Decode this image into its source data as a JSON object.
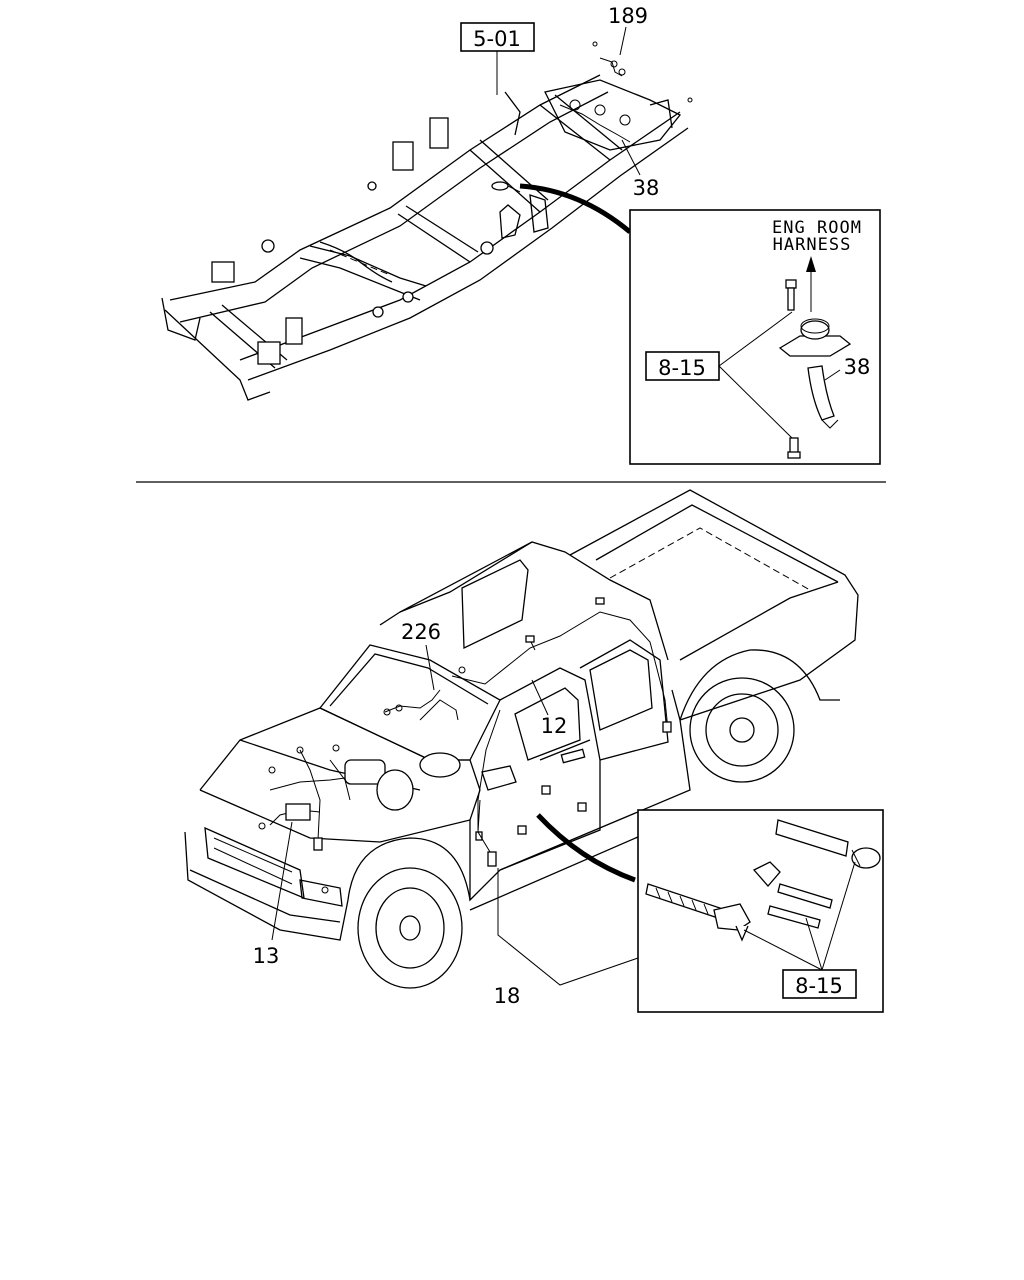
{
  "top_section": {
    "callouts": {
      "ref_501": "5-01",
      "part_189": "189",
      "part_38": "38"
    },
    "inset": {
      "title_line1": "ENG ROOM",
      "title_line2": "HARNESS",
      "ref_815": "8-15",
      "part_38": "38"
    }
  },
  "bottom_section": {
    "callouts": {
      "part_226": "226",
      "part_12": "12",
      "part_13": "13",
      "part_18": "18"
    },
    "inset": {
      "ref_815": "8-15"
    }
  }
}
